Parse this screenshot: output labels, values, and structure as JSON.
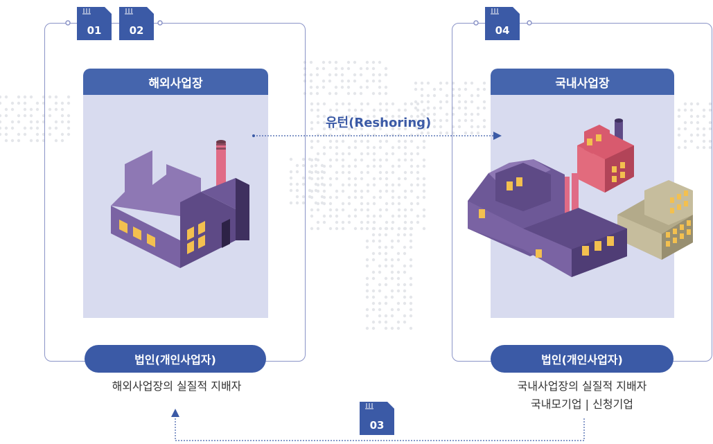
{
  "colors": {
    "accent": "#3b5aa6",
    "panel_bg": "#d8dbef",
    "frame": "#8a93c7",
    "factory_purple": "#5e4a86",
    "window_yellow": "#f3c04f",
    "chimney_pink": "#e06b86"
  },
  "left": {
    "tags": [
      "01",
      "02"
    ],
    "panel_title": "해외사업장",
    "pill_label": "법인(개인사업자)",
    "caption_lines": [
      "해외사업장의 실질적 지배자"
    ]
  },
  "right": {
    "tags": [
      "04"
    ],
    "panel_title": "국내사업장",
    "pill_label": "법인(개인사업자)",
    "caption_lines": [
      "국내사업장의 실질적 지배자",
      "국내모기업 | 신청기업"
    ]
  },
  "arrow": {
    "label": "유턴(Reshoring)"
  },
  "bottom_tag": "03",
  "icons": {
    "tag_icon": "circuit-tag-icon",
    "left_factory": "factory-icon",
    "right_factories": "factory-complex-icon"
  }
}
